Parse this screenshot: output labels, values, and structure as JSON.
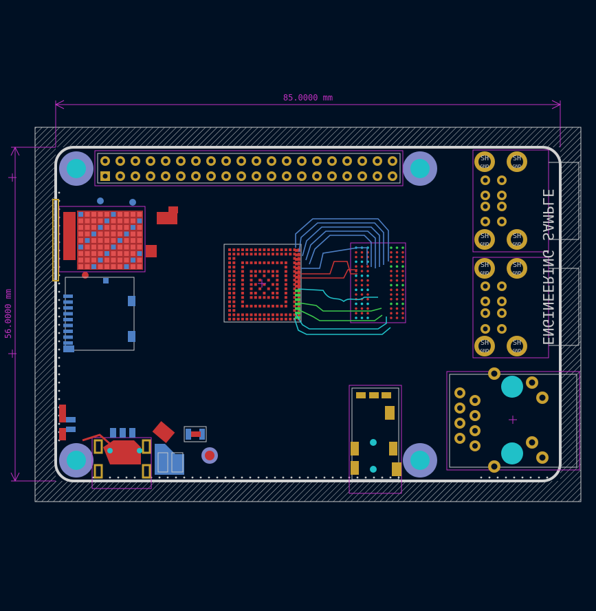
{
  "dimensions": {
    "width_label": "85.0000 mm",
    "height_label": "56.0000 mm"
  },
  "silkscreen": {
    "board_text": "ENGINEERING SAMPLE",
    "shield_label": "SH",
    "ground_label": "GND"
  },
  "colors": {
    "background": "#001023",
    "dimension": "#c030c0",
    "edge_cuts": "#d0d0d0",
    "courtyard": "#c8c8c8",
    "front_copper": "#c83434",
    "back_copper": "#4d7fc4",
    "pad_gold": "#c8a032",
    "hole_cyan": "#20c0c8",
    "mounting_ring": "#8088c8"
  }
}
